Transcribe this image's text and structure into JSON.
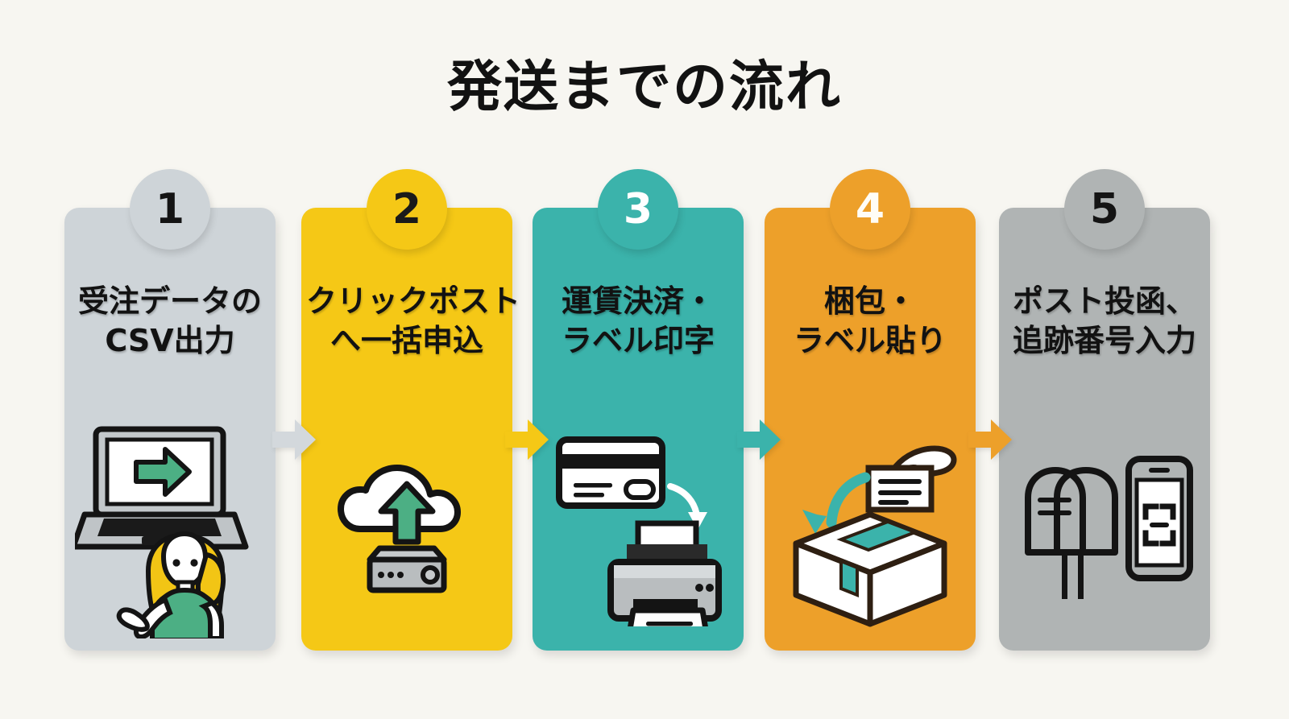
{
  "page": {
    "title": "発送までの流れ",
    "background_color": "#f7f6f1"
  },
  "steps": [
    {
      "number": "1",
      "label_line1": "受注データの",
      "label_line2": "CSV出力",
      "color": "#ced4d8",
      "number_color": "#141414",
      "icon": "laptop-export-person-icon"
    },
    {
      "number": "2",
      "label_line1": "クリックポスト",
      "label_line2": "へ一括申込",
      "color": "#f5c816",
      "number_color": "#1a1a1a",
      "icon": "cloud-upload-server-icon"
    },
    {
      "number": "3",
      "label_line1": "運賃決済・",
      "label_line2": "ラベル印字",
      "color": "#3bb3ab",
      "number_color": "#ffffff",
      "icon": "credit-card-printer-icon"
    },
    {
      "number": "4",
      "label_line1": "梱包・",
      "label_line2": "ラベル貼り",
      "color": "#eda02a",
      "number_color": "#fffdf6",
      "icon": "hand-label-box-icon"
    },
    {
      "number": "5",
      "label_line1": "ポスト投函、",
      "label_line2": "追跡番号入力",
      "color": "#b0b4b4",
      "number_color": "#141414",
      "icon": "mailbox-phone-scan-icon"
    }
  ],
  "connectors": [
    {
      "name": "arrow-step1-to-step2",
      "color": "#d3d8dc"
    },
    {
      "name": "arrow-step2-to-step3",
      "color": "#f5c816"
    },
    {
      "name": "arrow-step3-to-step4",
      "color": "#3bb3ab"
    },
    {
      "name": "arrow-step4-to-step5",
      "color": "#eda02a"
    }
  ],
  "palette": {
    "accent_green": "#4caf84",
    "accent_teal": "#3bb3ab",
    "accent_yellow": "#f5c816",
    "accent_orange": "#eda02a",
    "ink": "#121212",
    "paper": "#ffffff",
    "device_gray": "#b9bdbf"
  }
}
